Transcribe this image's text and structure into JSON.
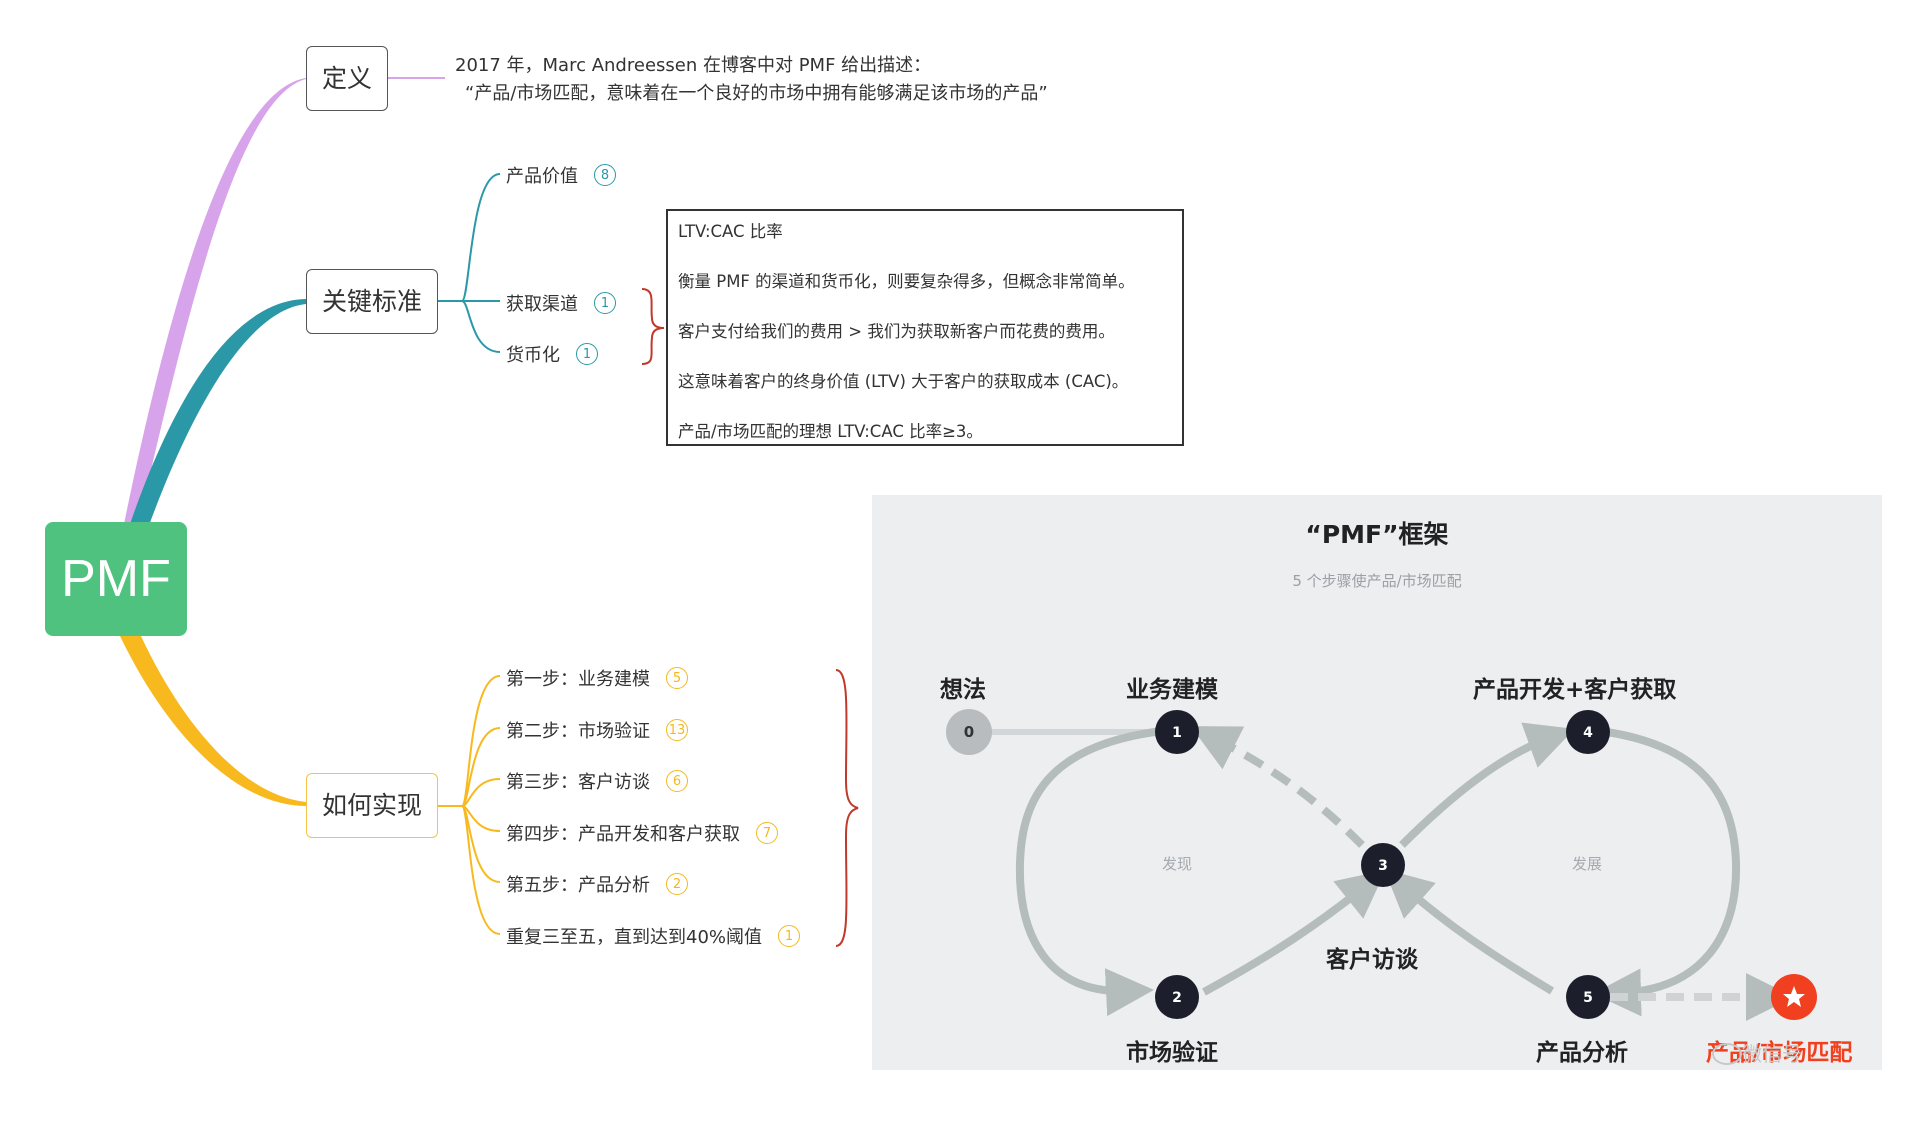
{
  "root": {
    "label": "PMF"
  },
  "definition": {
    "label": "定义",
    "line1": "2017 年，Marc Andreessen 在博客中对 PMF 给出描述：",
    "line2": "“产品/市场匹配，意味着在一个良好的市场中拥有能够满足该市场的产品”"
  },
  "key_criteria": {
    "label": "关键标准",
    "items": [
      {
        "label": "产品价值",
        "count": "8"
      },
      {
        "label": "获取渠道",
        "count": "1"
      },
      {
        "label": "货币化",
        "count": "1"
      }
    ]
  },
  "note": {
    "lines": [
      "LTV:CAC 比率",
      "衡量 PMF 的渠道和货币化，则要复杂得多，但概念非常简单。",
      "客户支付给我们的费用 > 我们为获取新客户而花费的费用。",
      "这意味着客户的终身价值 (LTV) 大于客户的获取成本 (CAC)。",
      "产品/市场匹配的理想 LTV:CAC 比率≥3。"
    ]
  },
  "how": {
    "label": "如何实现",
    "items": [
      {
        "label": "第一步：业务建模",
        "count": "5"
      },
      {
        "label": "第二步：市场验证",
        "count": "13"
      },
      {
        "label": "第三步：客户访谈",
        "count": "6"
      },
      {
        "label": "第四步：产品开发和客户获取",
        "count": "7"
      },
      {
        "label": "第五步：产品分析",
        "count": "2"
      },
      {
        "label": "重复三至五，直到达到40%阈值",
        "count": "1"
      }
    ]
  },
  "framework": {
    "title": "“PMF”框架",
    "subtitle": "5 个步骤使产品/市场匹配",
    "nodes": {
      "n0": {
        "num": "0",
        "label": "想法"
      },
      "n1": {
        "num": "1",
        "label": "业务建模"
      },
      "n2": {
        "num": "2",
        "label": "市场验证"
      },
      "n3": {
        "num": "3",
        "label": "客户访谈"
      },
      "n4": {
        "num": "4",
        "label": "产品开发+客户获取"
      },
      "n5": {
        "num": "5",
        "label": "产品分析"
      },
      "goal": {
        "icon": "star-icon",
        "label": "产品/市场匹配"
      }
    },
    "loop_left": "发现",
    "loop_right": "发展",
    "watermark": "微信号"
  },
  "colors": {
    "root": "#4fc27f",
    "definition_branch": "#d7a3ea",
    "key_branch": "#2b98a8",
    "how_branch": "#f7b91d",
    "bracket": "#c0392b",
    "node_dark": "#1c1f2b",
    "node_idea": "#b8bcbf",
    "goal": "#f0401f",
    "loop_line": "#b5bcbc"
  }
}
